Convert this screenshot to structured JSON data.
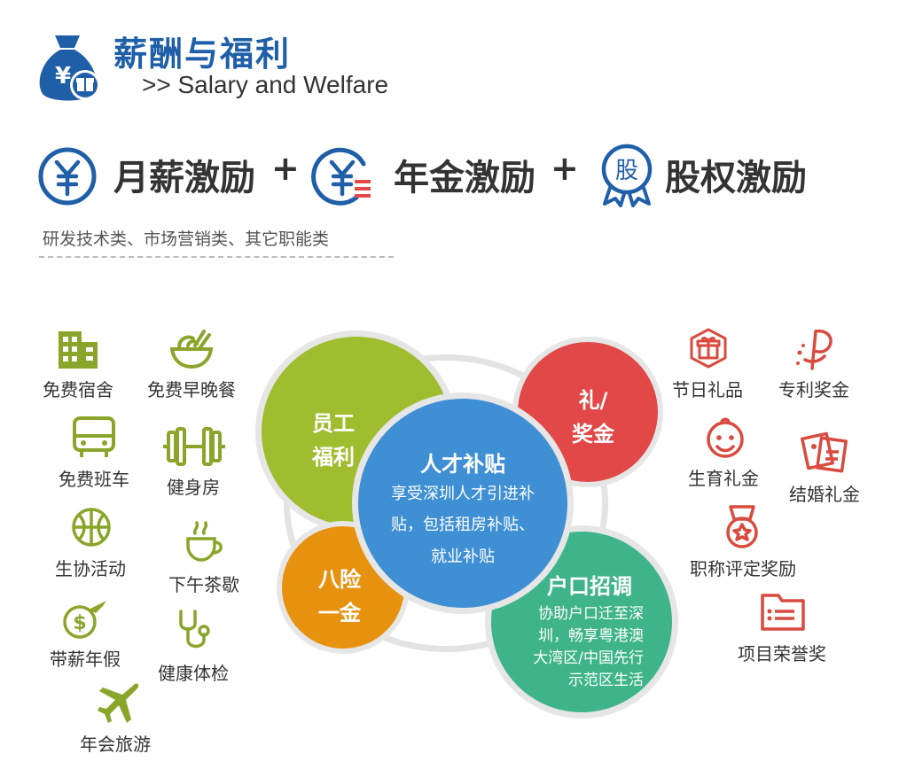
{
  "header": {
    "title_cn": "薪酬与福利",
    "title_en": ">> Salary and Welfare"
  },
  "formula": {
    "monthly": "月薪激励",
    "annual": "年金激励",
    "equity": "股权激励",
    "equity_badge": "股",
    "plus": "+"
  },
  "subtitle": "研发技术类、市场营销类、其它职能类",
  "left_benefits": [
    {
      "label": "免费宿舍",
      "icon": "building-icon"
    },
    {
      "label": "免费早晚餐",
      "icon": "bowl-icon"
    },
    {
      "label": "免费班车",
      "icon": "bus-icon"
    },
    {
      "label": "健身房",
      "icon": "dumbbell-icon"
    },
    {
      "label": "生协活动",
      "icon": "basketball-icon"
    },
    {
      "label": "下午茶歇",
      "icon": "coffee-cup-icon"
    },
    {
      "label": "带薪年假",
      "icon": "dollar-plane-icon"
    },
    {
      "label": "健康体检",
      "icon": "stethoscope-icon"
    },
    {
      "label": "年会旅游",
      "icon": "airplane-icon"
    }
  ],
  "right_benefits": [
    {
      "label": "节日礼品",
      "icon": "gift-icon"
    },
    {
      "label": "专利奖金",
      "icon": "patent-icon"
    },
    {
      "label": "生育礼金",
      "icon": "baby-face-icon"
    },
    {
      "label": "结婚礼金",
      "icon": "wedding-certificate-icon"
    },
    {
      "label": "职称评定奖励",
      "icon": "medal-icon"
    },
    {
      "label": "项目荣誉奖",
      "icon": "folder-list-icon"
    }
  ],
  "circles": {
    "staff_welfare": [
      "员工",
      "福利"
    ],
    "insurance": [
      "八险",
      "一金"
    ],
    "gift_bonus": [
      "礼/",
      "奖金"
    ],
    "talent": {
      "title": "人才补贴",
      "lines": [
        "享受深圳人才引进补",
        "贴，包括租房补贴、",
        "就业补贴"
      ]
    },
    "hukou": {
      "title": "户口招调",
      "lines": [
        "协助户口迁至深",
        "圳，畅享粤港澳",
        "大湾区/中国先行",
        "示范区生活"
      ]
    }
  },
  "colors": {
    "brand_blue": "#1f5fa8",
    "green": "#a0bd2f",
    "orange": "#e7920e",
    "blue": "#3f8fd4",
    "red": "#e24848",
    "teal": "#3fb48a",
    "left_icon": "#8aa52a",
    "right_icon": "#d94a3f"
  }
}
